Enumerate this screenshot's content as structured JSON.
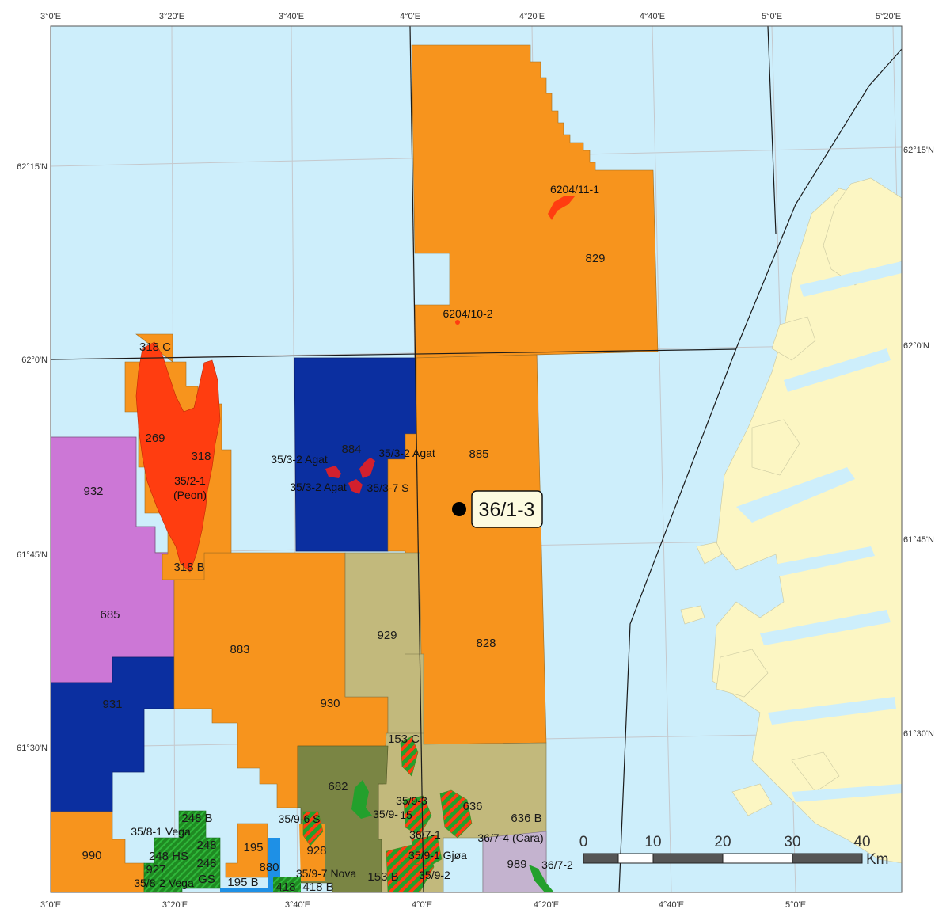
{
  "colors": {
    "sea": "#cdeefb",
    "land": "#fcf6c3",
    "orange": "#f7941d",
    "navy": "#0b2fa0",
    "purple": "#cc77d6",
    "khaki": "#c2b97c",
    "olive": "#7a8544",
    "green": "#23a02c",
    "red": "#ff3d10",
    "crimson": "#d2202e",
    "lilac": "#c4b3cf",
    "blue": "#1e90e6"
  },
  "lon_ticks": [
    "3°0'E",
    "3°20'E",
    "3°40'E",
    "4°0'E",
    "4°20'E",
    "4°40'E",
    "5°0'E",
    "5°20'E"
  ],
  "lat_ticks_left": [
    "62°0'N",
    "61°45'N",
    "61°30'N",
    "62°15'N"
  ],
  "lat_ticks_right": [
    "62°15'N",
    "62°0'N",
    "61°45'N",
    "61°30'N"
  ],
  "blocks": {
    "b829": "829",
    "b885": "885",
    "b828": "828",
    "b884": "884",
    "b929": "929",
    "b930": "930",
    "b883": "883",
    "b685": "685",
    "b932": "932",
    "b931": "931",
    "b990": "990",
    "b269": "269",
    "b318": "318",
    "b318b": "318 B",
    "b318c": "318 C",
    "b682": "682",
    "b928": "928",
    "b195": "195",
    "b195b": "195 B",
    "b880": "880",
    "b418": "418",
    "b418b": "418 B",
    "b153b": "153 B",
    "b153c": "153 C",
    "b636": "636",
    "b636b": "636 B",
    "b989": "989",
    "b248": "248",
    "b248b": "248 B",
    "b248hs": "248 HS",
    "b248b2": "248",
    "b927": "927",
    "bgs": "GS"
  },
  "wells": {
    "w6204_11": "6204/11-1",
    "w6204_10": "6204/10-2",
    "peon1": "35/2-1",
    "peon2": "(Peon)",
    "agat1": "35/3-2 Agat",
    "agat2": "35/3-2 Agat",
    "agat3": "35/3-2 Agat",
    "w35_3_7": "35/3-7 S",
    "w35_9_6": "35/9-6 S",
    "w35_9_3": "35/9-3",
    "w35_9_x": "35/9-",
    "w15": "15",
    "w36_7_1": "36/7-1",
    "w36_7_4": "36/7-4 (Cara)",
    "gjoa": "35/9-1 Gjøa",
    "w35_9_2": "35/9-2",
    "nova": "35/9-7 Nova",
    "vega1": "35/8-1 Vega",
    "vega2": "35/8-2 Vega",
    "w36_7_2": "36/7-2"
  },
  "callout": {
    "label": "36/1-3"
  },
  "scale_bar": {
    "ticks": [
      "0",
      "10",
      "20",
      "30",
      "40"
    ],
    "unit": "Km"
  }
}
